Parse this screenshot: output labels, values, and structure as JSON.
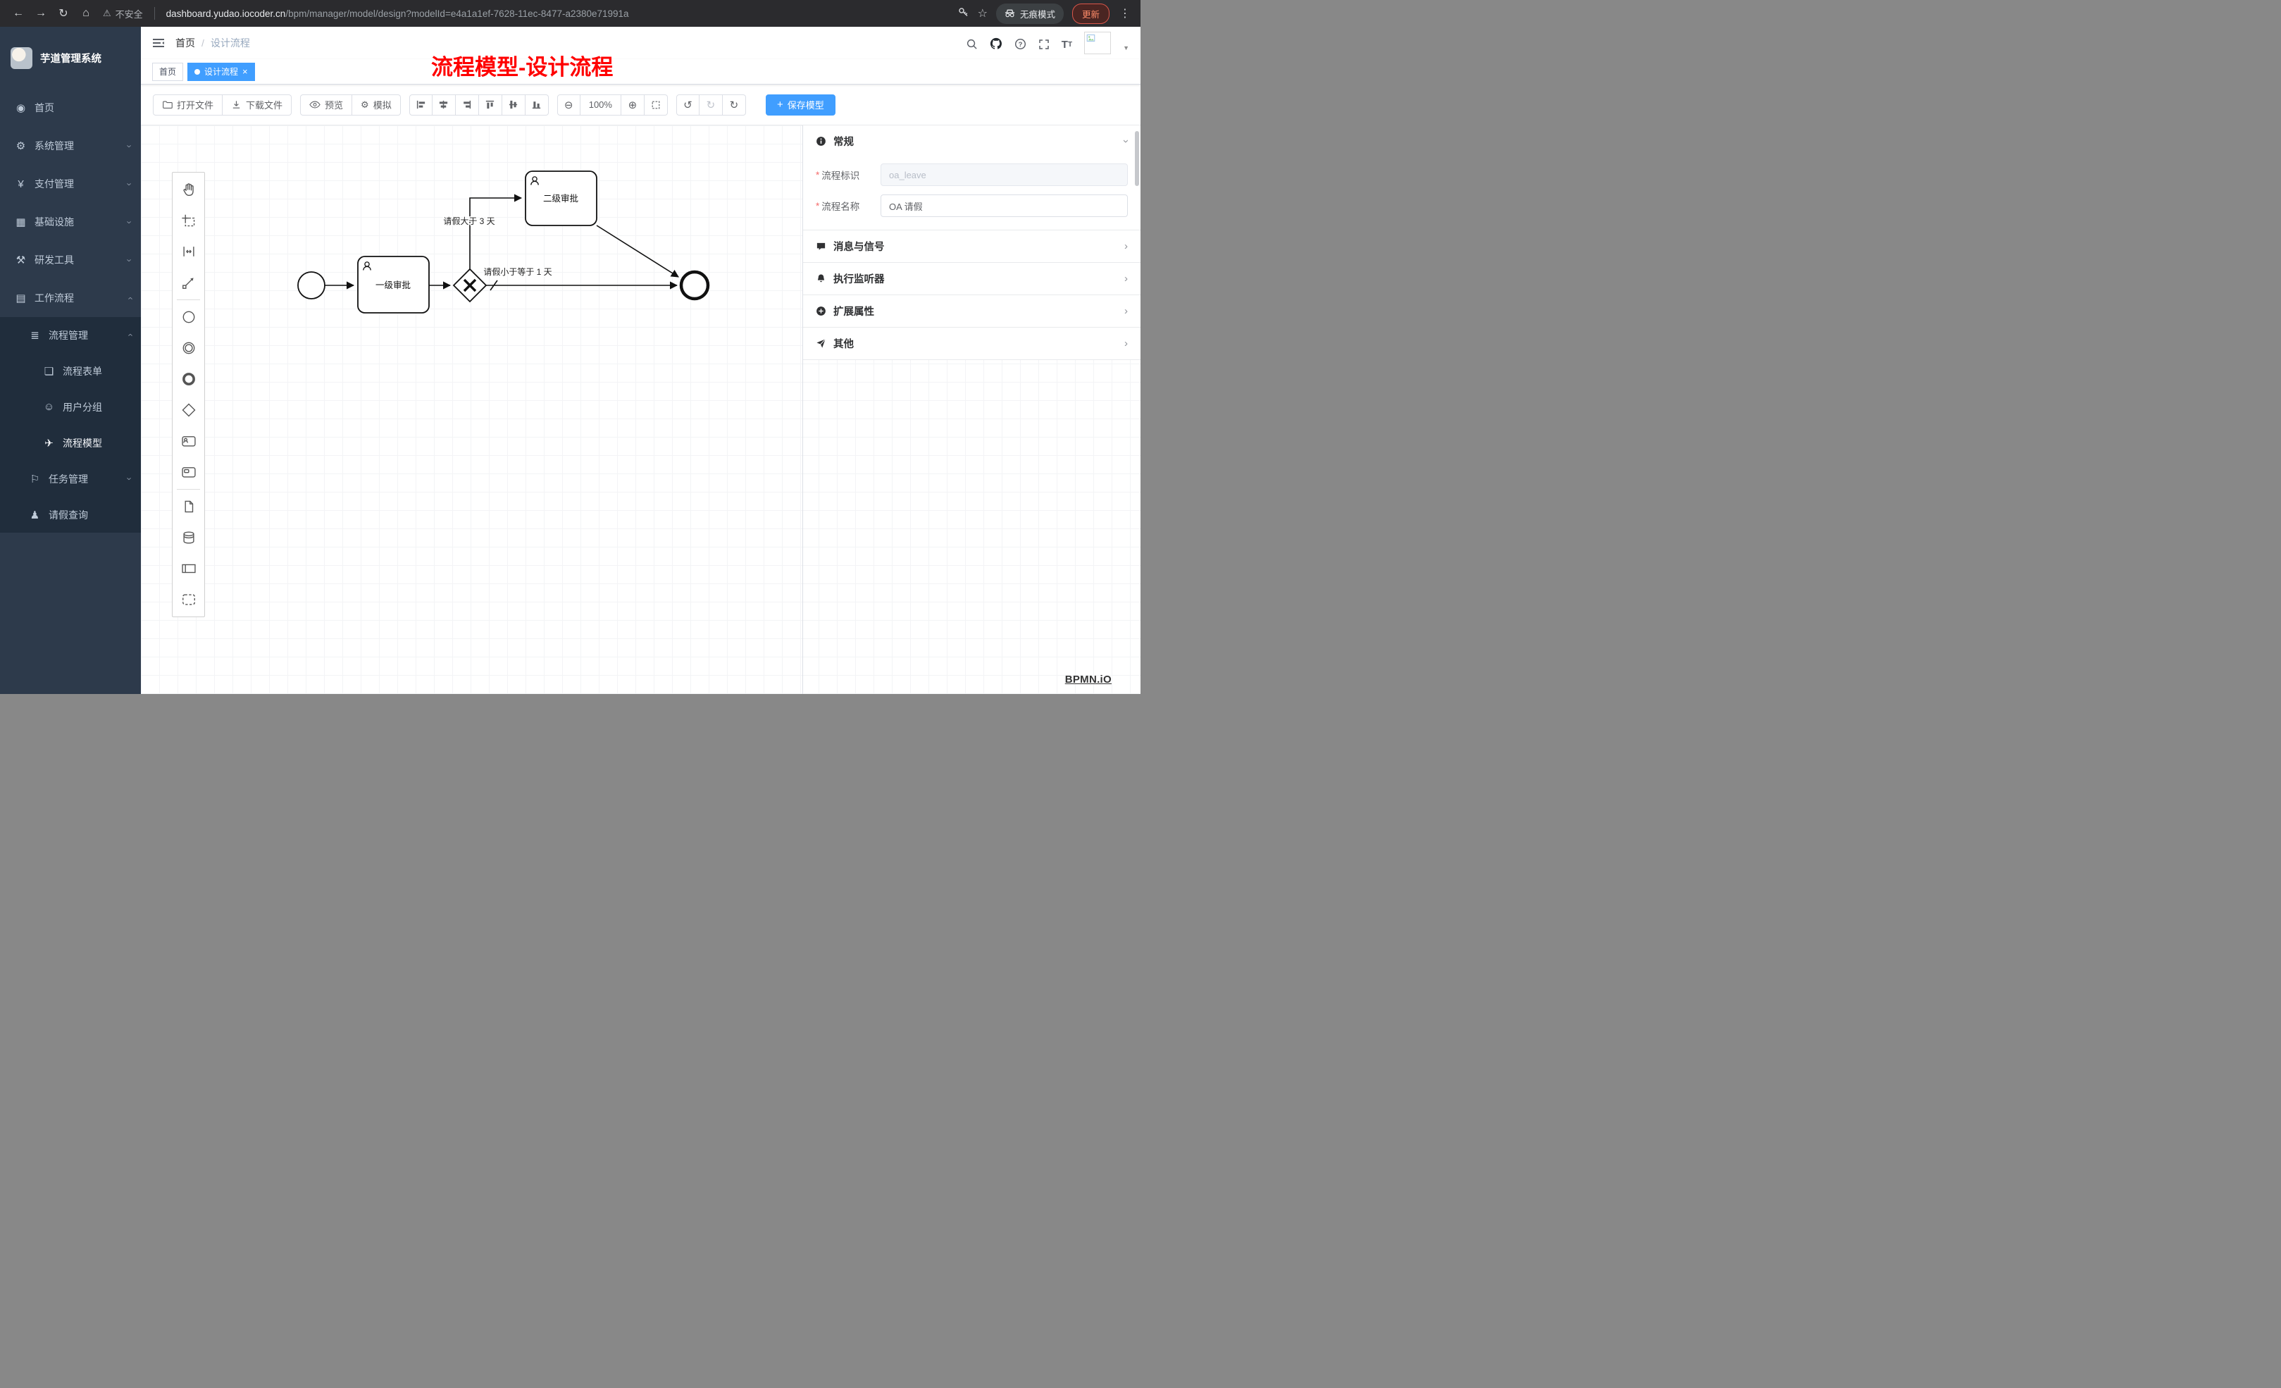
{
  "browser": {
    "security_label": "不安全",
    "url_domain": "dashboard.yudao.iocoder.cn",
    "url_path": "/bpm/manager/model/design?modelId=e4a1a1ef-7628-11ec-8477-a2380e71991a",
    "incognito_label": "无痕模式",
    "update_label": "更新"
  },
  "sidebar": {
    "app_title": "芋道管理系统",
    "items": [
      {
        "label": "首页"
      },
      {
        "label": "系统管理"
      },
      {
        "label": "支付管理"
      },
      {
        "label": "基础设施"
      },
      {
        "label": "研发工具"
      },
      {
        "label": "工作流程"
      },
      {
        "label": "流程管理"
      },
      {
        "label": "流程表单"
      },
      {
        "label": "用户分组"
      },
      {
        "label": "流程模型"
      },
      {
        "label": "任务管理"
      },
      {
        "label": "请假查询"
      }
    ]
  },
  "header": {
    "breadcrumb_home": "首页",
    "breadcrumb_separator": "/",
    "breadcrumb_current": "设计流程",
    "annotation": "流程模型-设计流程"
  },
  "tabs": {
    "home": "首页",
    "design": "设计流程"
  },
  "toolbar": {
    "open_file": "打开文件",
    "download_file": "下载文件",
    "preview": "预览",
    "simulate": "模拟",
    "zoom_level": "100%",
    "save_model": "保存模型"
  },
  "diagram": {
    "task_first": "一级审批",
    "task_second": "二级审批",
    "condition_gt": "请假大于 3 天",
    "condition_le": "请假小于等于 1 天"
  },
  "panel": {
    "required_mark": "*",
    "general": {
      "title": "常规",
      "key_label": "流程标识",
      "key_value": "oa_leave",
      "name_label": "流程名称",
      "name_value": "OA 请假"
    },
    "sections": [
      {
        "label": "消息与信号"
      },
      {
        "label": "执行监听器"
      },
      {
        "label": "扩展属性"
      },
      {
        "label": "其他"
      }
    ]
  },
  "watermark": "BPMN.iO"
}
